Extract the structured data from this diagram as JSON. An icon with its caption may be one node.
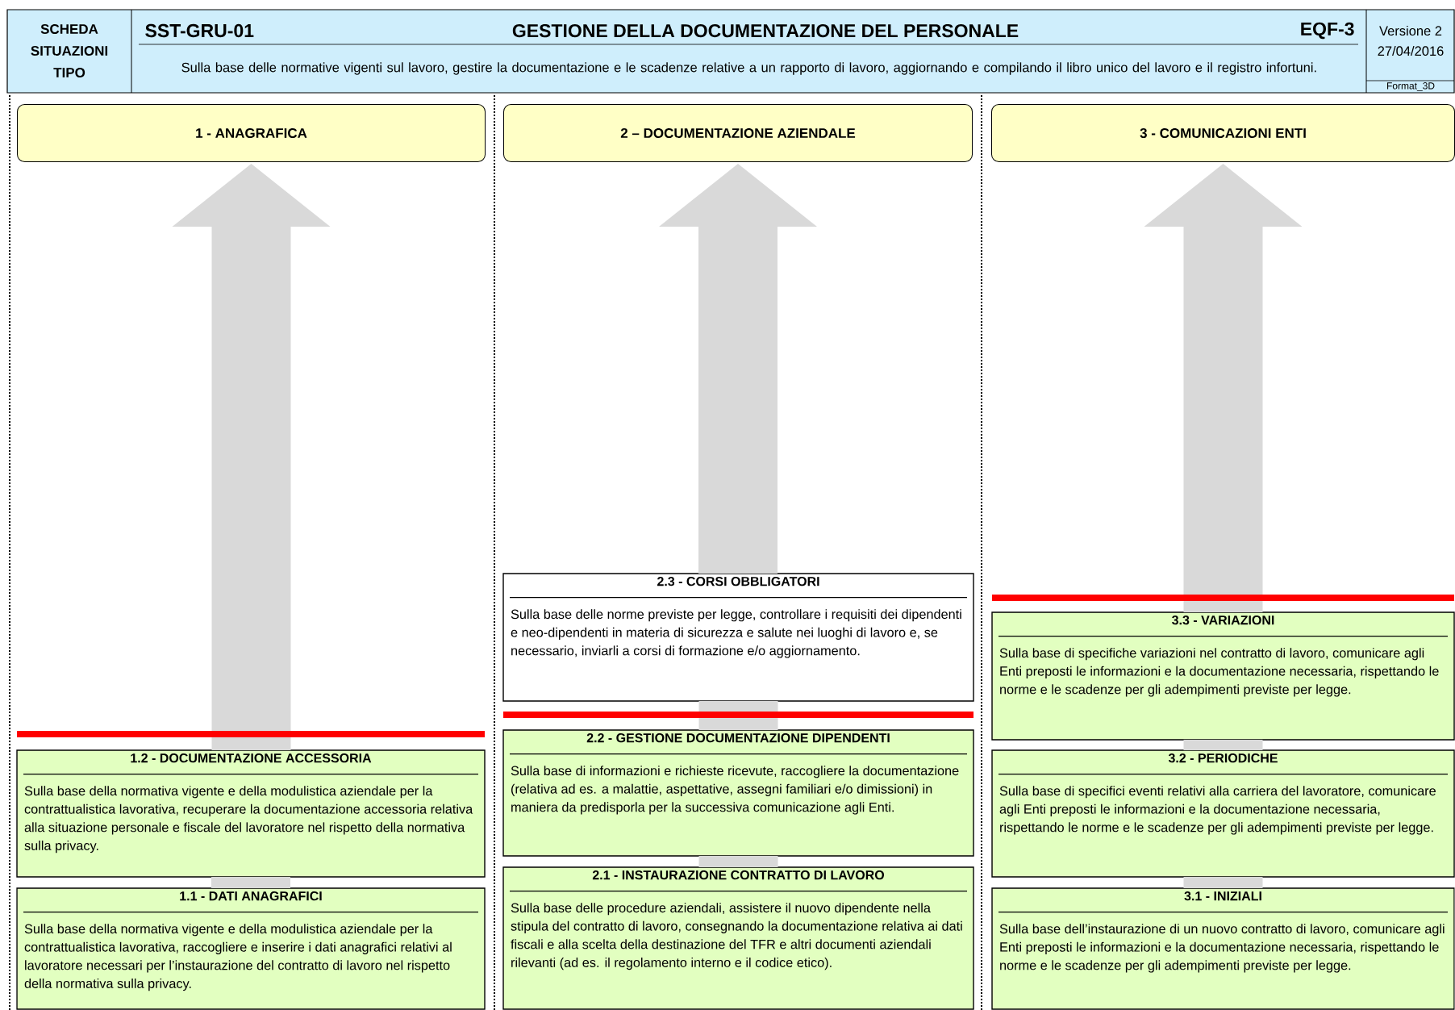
{
  "diagram": {
    "title": "GESTIONE DELLA DOCUMENTAZIONE DEL PERSONALE",
    "nodes": [
      {
        "text": [
          "1 - ANAGRAFICA"
        ]
      },
      {
        "text": [
          "2 – DOCUMENTAZIONE AZIENDALE"
        ]
      },
      {
        "text": [
          "3 - COMUNICAZIONI ENTI"
        ]
      },
      {
        "text": [
          "1.2 - DOCUMENTAZIONE ACCESSORIA",
          "Sulla base della normativa vigente e della modulistica aziendale per la contrattualistica lavorativa, recuperare la documentazione accessoria relativa alla situazione personale e fiscale del lavoratore nel rispetto della normativa sulla privacy."
        ]
      },
      {
        "text": [
          "1.1 - DATI ANAGRAFICI",
          "Sulla base della normativa vigente e della modulistica aziendale per la contrattualistica lavorativa, raccogliere e inserire i dati anagrafici relativi al lavoratore necessari per l’instaurazione del contratto di lavoro nel rispetto della normativa sulla privacy."
        ]
      },
      {
        "text": [
          "2.3 - CORSI OBBLIGATORI",
          "Sulla base delle norme previste per legge, controllare i requisiti dei dipendenti e neo-dipendenti in materia di sicurezza e salute nei luoghi di lavoro e, se necessario, inviarli a corsi di formazione e/o aggiornamento."
        ]
      },
      {
        "text": [
          "2.2 - GESTIONE DOCUMENTAZIONE DIPENDENTI",
          "Sulla base di informazioni e richieste ricevute, raccogliere la documentazione (relativa ad es. a malattie, aspettative, assegni familiari e/o dimissioni) in maniera da predisporla per la successiva comunicazione agli Enti."
        ]
      },
      {
        "text": [
          "2.1 - INSTAURAZIONE CONTRATTO DI LAVORO",
          "Sulla base delle procedure aziendali, assistere il nuovo dipendente nella stipula del contratto di lavoro, consegnando la documentazione relativa ai dati fiscali e alla scelta della destinazione del TFR e altri documenti aziendali rilevanti (ad es. il regolamento interno e il codice etico)."
        ]
      },
      {
        "text": [
          "3.3 - VARIAZIONI",
          "Sulla base di specifiche variazioni nel contratto di lavoro, comunicare agli Enti preposti le informazioni e la documentazione necessaria, rispettando le norme e le scadenze per gli adempimenti previste per legge."
        ]
      },
      {
        "text": [
          "3.2 - PERIODICHE",
          "Sulla base di specifici eventi relativi alla carriera del lavoratore, comunicare agli Enti preposti le informazioni e la documentazione necessaria, rispettando le norme e le scadenze per gli adempimenti previste per legge."
        ]
      },
      {
        "text": [
          "3.1 - INIZIALI",
          "Sulla base dell’instaurazione di un nuovo contratto di lavoro, comunicare agli Enti preposti le informazioni e la documentazione necessaria, rispettando le norme e le scadenze per gli adempimenti previste per legge."
        ]
      }
    ],
    "edges": [
      {
        "from": 4,
        "to": 3,
        "arrow": "none"
      },
      {
        "from": 3,
        "to": 0,
        "arrow": "to"
      },
      {
        "from": 7,
        "to": 6,
        "arrow": "none"
      },
      {
        "from": 6,
        "to": 5,
        "arrow": "none"
      },
      {
        "from": 5,
        "to": 1,
        "arrow": "to"
      },
      {
        "from": 10,
        "to": 9,
        "arrow": "none"
      },
      {
        "from": 9,
        "to": 8,
        "arrow": "none"
      },
      {
        "from": 8,
        "to": 2,
        "arrow": "to"
      }
    ],
    "labels": [
      "SCHEDA SITUAZIONI TIPO",
      "SST-GRU-01",
      "EQF-3",
      "Sulla base delle normative vigenti sul lavoro, gestire la documentazione e le scadenze relative a un rapporto di lavoro, aggiornando e compilando il libro unico del lavoro e il registro infortuni.",
      "Versione 2",
      "27/04/2016",
      "Format_3D"
    ]
  }
}
